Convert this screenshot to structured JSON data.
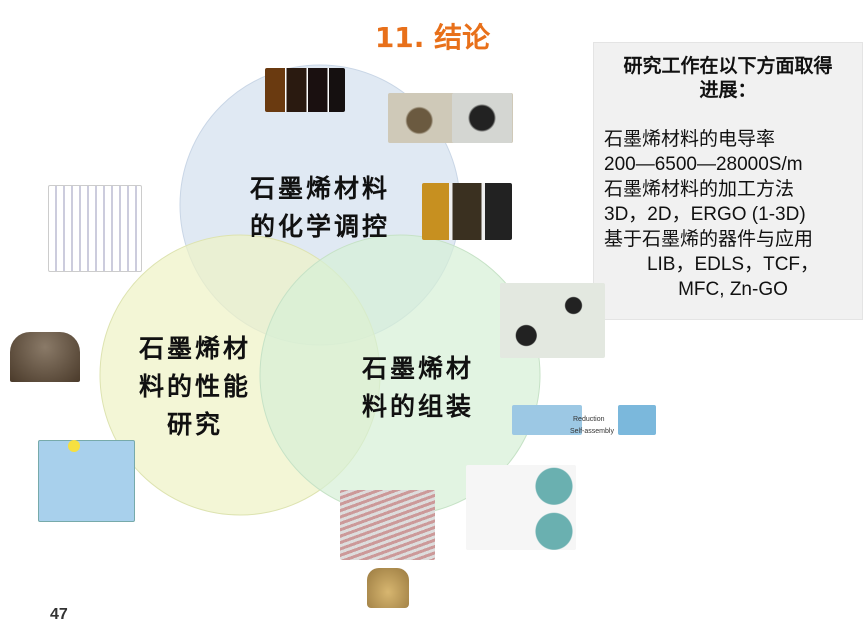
{
  "title": "11. 结论",
  "venn": {
    "top": [
      "石墨烯材料",
      "的化学调控"
    ],
    "left": [
      "石墨烯材",
      "料的性能",
      "研究"
    ],
    "right": [
      "石墨烯材",
      "料的组装"
    ]
  },
  "summary": {
    "heading": [
      "研究工作在以下方面取得",
      "进展："
    ],
    "lines": [
      "石墨烯材料的电导率",
      "200—6500—28000S/m",
      "石墨烯材料的加工方法",
      "3D，2D，ERGO (1-3D)",
      "基于石墨烯的器件与应用"
    ],
    "centered": [
      "LIB，EDLS，TCF，",
      "MFC, Zn-GO"
    ]
  },
  "figure_labels": {
    "reduction": "Reduction",
    "self_assembly": "Self-assembly"
  },
  "page_number": "47",
  "colors": {
    "title": "#e8701a",
    "circle_top": "#dbe5f1",
    "circle_left": "#eef2c4",
    "circle_right": "#d6efd6"
  }
}
